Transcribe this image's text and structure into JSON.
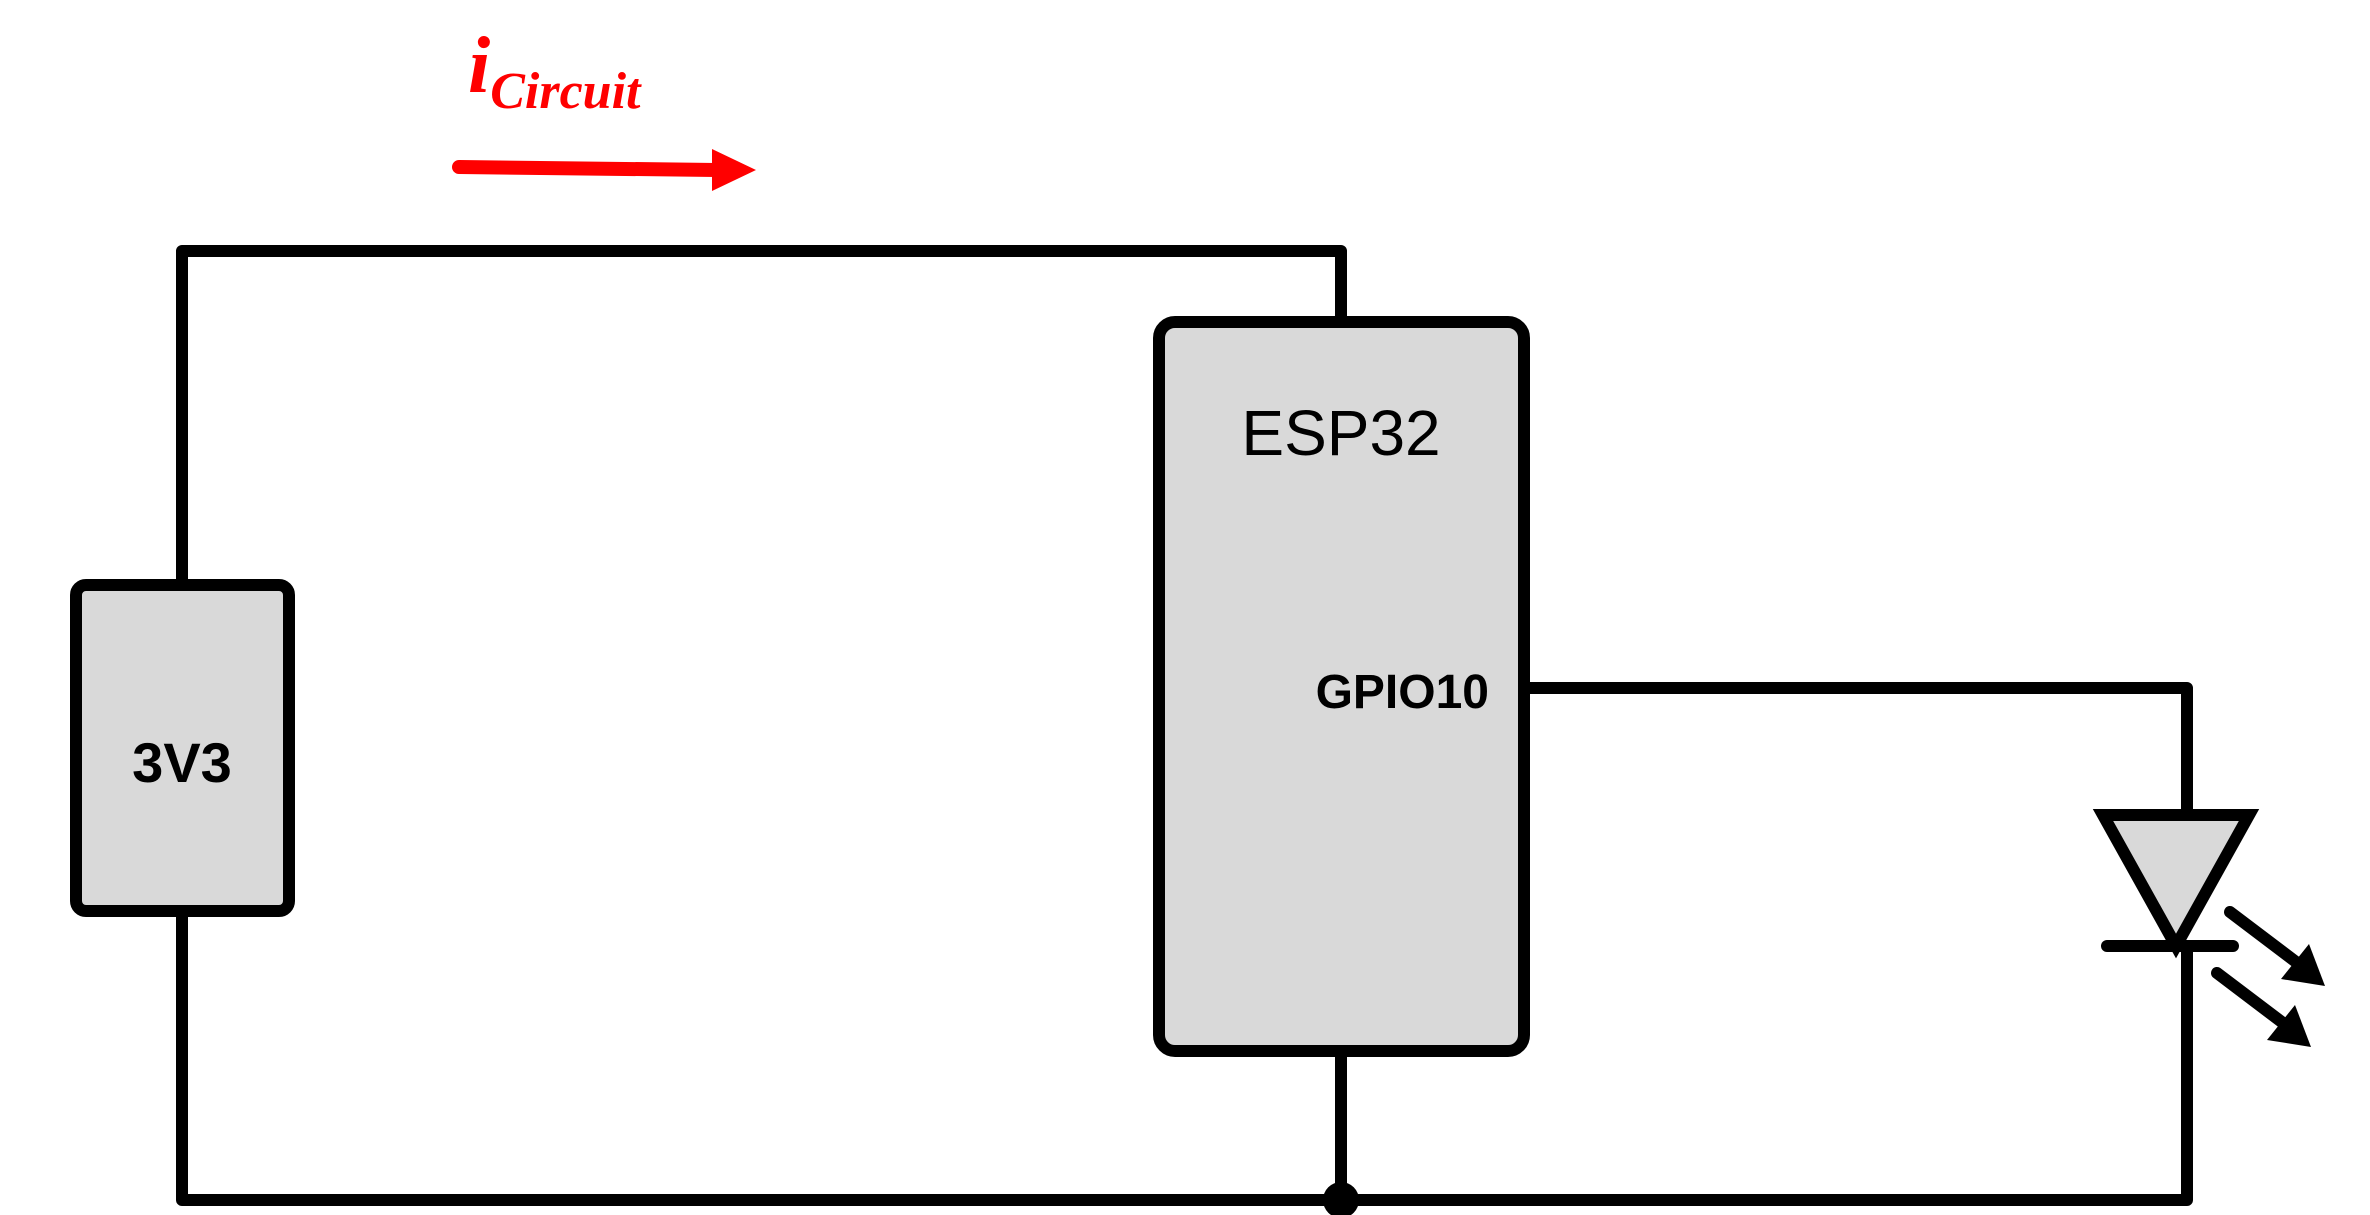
{
  "current_label": {
    "symbol": "i",
    "subscript": "Circuit"
  },
  "components": {
    "source": "3V3",
    "mcu": "ESP32",
    "pin": "GPIO10"
  },
  "colors": {
    "wire": "#000000",
    "component_fill": "#d9d9d9",
    "current": "#ff0000"
  }
}
